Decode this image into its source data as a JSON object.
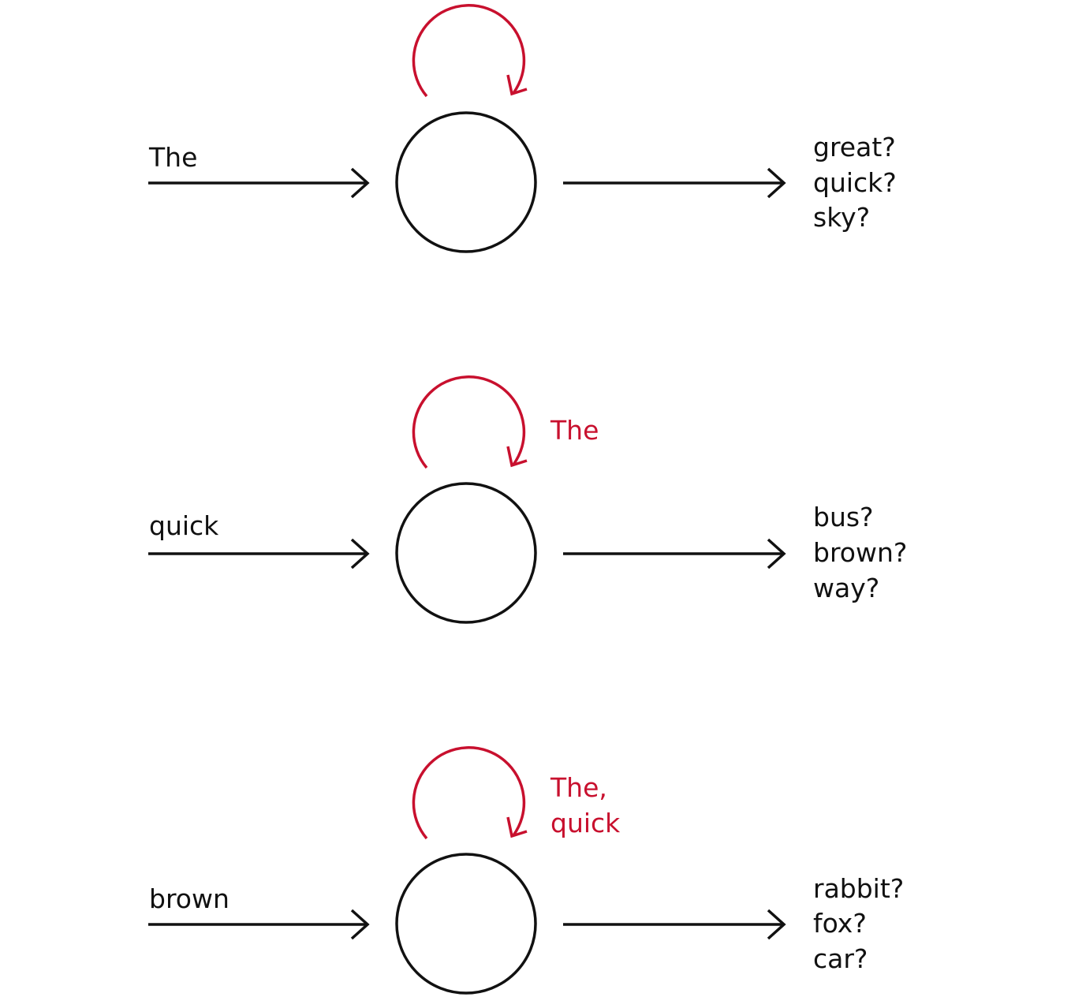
{
  "colors": {
    "ink": "#111111",
    "accent": "#c8102e"
  },
  "steps": [
    {
      "input": "The",
      "memory": [],
      "predictions": [
        "great?",
        "quick?",
        "sky?"
      ]
    },
    {
      "input": "quick",
      "memory": [
        "The"
      ],
      "predictions": [
        "bus?",
        "brown?",
        "way?"
      ]
    },
    {
      "input": "brown",
      "memory": [
        "The,",
        "quick"
      ],
      "predictions": [
        "rabbit?",
        "fox?",
        "car?"
      ]
    }
  ]
}
